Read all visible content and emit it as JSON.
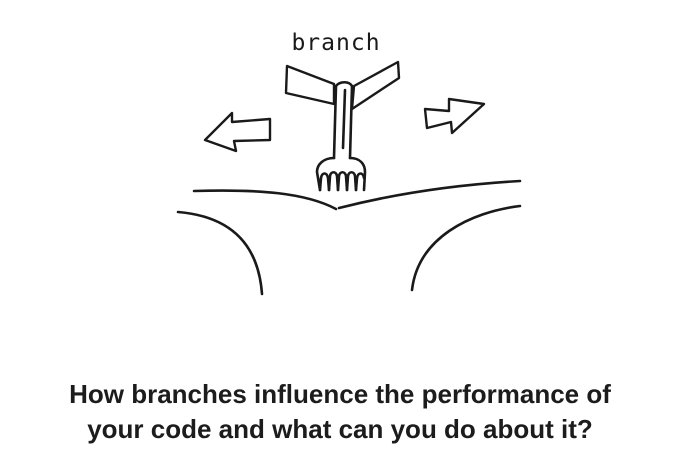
{
  "illustration": {
    "label": "branch",
    "icons": [
      "fork-icon",
      "left-arrow-icon",
      "right-arrow-icon",
      "road-fork-icon"
    ]
  },
  "headline": {
    "line1": "How branches influence the performance of",
    "line2": "your code and what can you do about it?"
  },
  "colors": {
    "ink": "#1a1a1a",
    "headline": "#1c1c1c",
    "background": "#ffffff"
  }
}
